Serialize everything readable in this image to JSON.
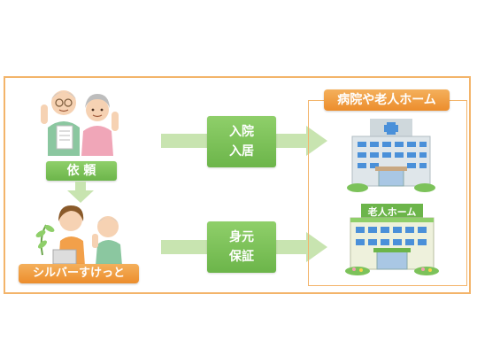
{
  "left": {
    "request_label": "依 頼",
    "service_label": "シルバーすけっと"
  },
  "middle": {
    "top_box": [
      "入院",
      "入居"
    ],
    "bottom_box": [
      "身元",
      "保証"
    ]
  },
  "right": {
    "header_label": "病院や老人ホーム",
    "nursing_home_sign": "老人ホーム"
  },
  "colors": {
    "frame_orange": "#f3b46a",
    "label_green": "#6cb54a",
    "arrow_green": "#c8e4b0",
    "label_orange": "#ec8d2c"
  },
  "icons": [
    "elderly-couple-illustration",
    "consultation-illustration",
    "hospital-building-illustration",
    "nursing-home-building-illustration"
  ]
}
